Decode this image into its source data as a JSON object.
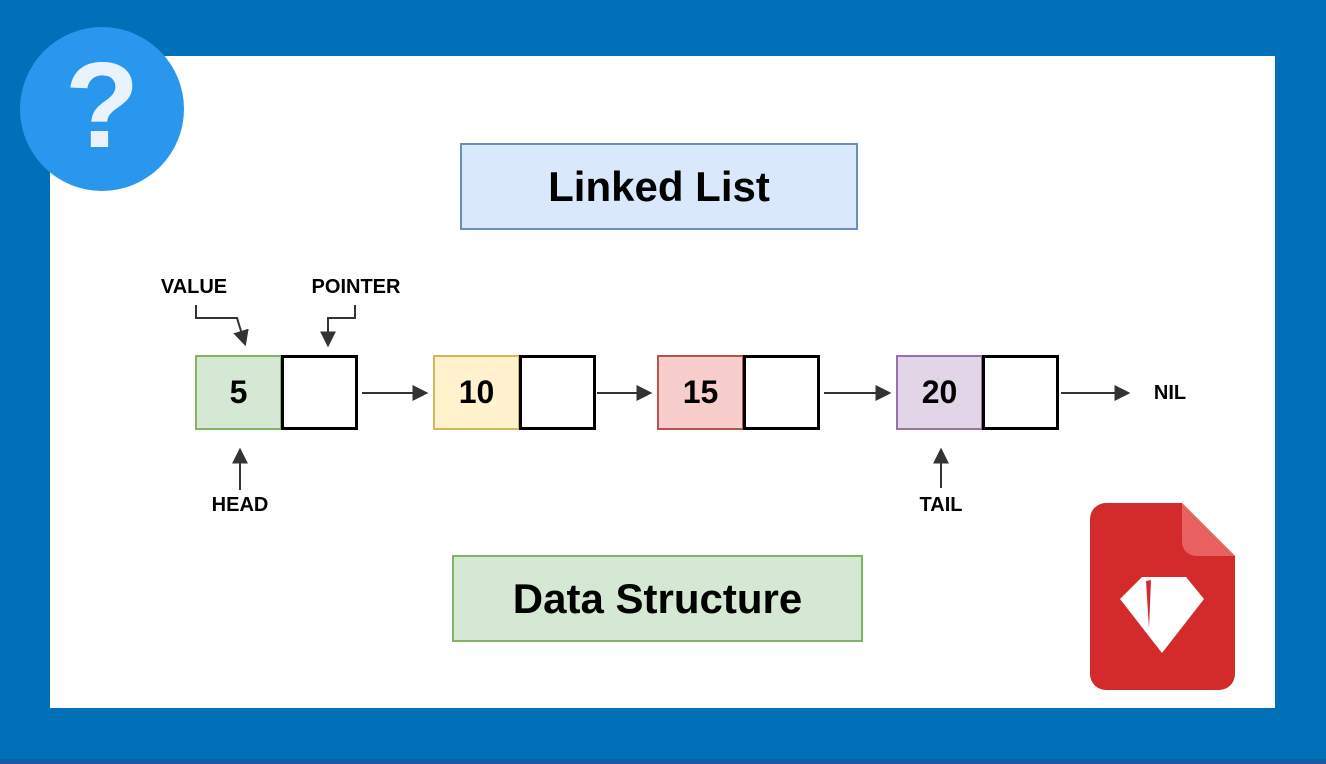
{
  "title_box": {
    "label": "Linked List"
  },
  "subtitle_box": {
    "label": "Data Structure"
  },
  "labels": {
    "value": "VALUE",
    "pointer": "POINTER",
    "head": "HEAD",
    "tail": "TAIL",
    "nil": "NIL"
  },
  "nodes": [
    {
      "value": "5",
      "fill": "#d5e8d4",
      "border": "#82b366"
    },
    {
      "value": "10",
      "fill": "#fff2cc",
      "border": "#d6b656"
    },
    {
      "value": "15",
      "fill": "#f8cecc",
      "border": "#b85450"
    },
    {
      "value": "20",
      "fill": "#e1d5e7",
      "border": "#9673a6"
    }
  ],
  "help_icon": {
    "name": "question-mark-icon",
    "glyph": "?"
  },
  "doc_icon": {
    "name": "ruby-document-icon"
  },
  "colors": {
    "frame": "#0070b8",
    "frame_bottom": "#135e9c",
    "canvas": "#ffffff",
    "help_circle": "#2a97ee",
    "help_glyph": "#e9f3fd",
    "title_bg": "#dae8fc",
    "title_border": "#6c8ebf",
    "subtitle_bg": "#d5e8d4",
    "subtitle_border": "#82b366",
    "arrow": "#333333",
    "text": "#000000",
    "doc_red": "#d32b2b",
    "doc_fold": "#e86060",
    "doc_gem": "#ffffff"
  }
}
